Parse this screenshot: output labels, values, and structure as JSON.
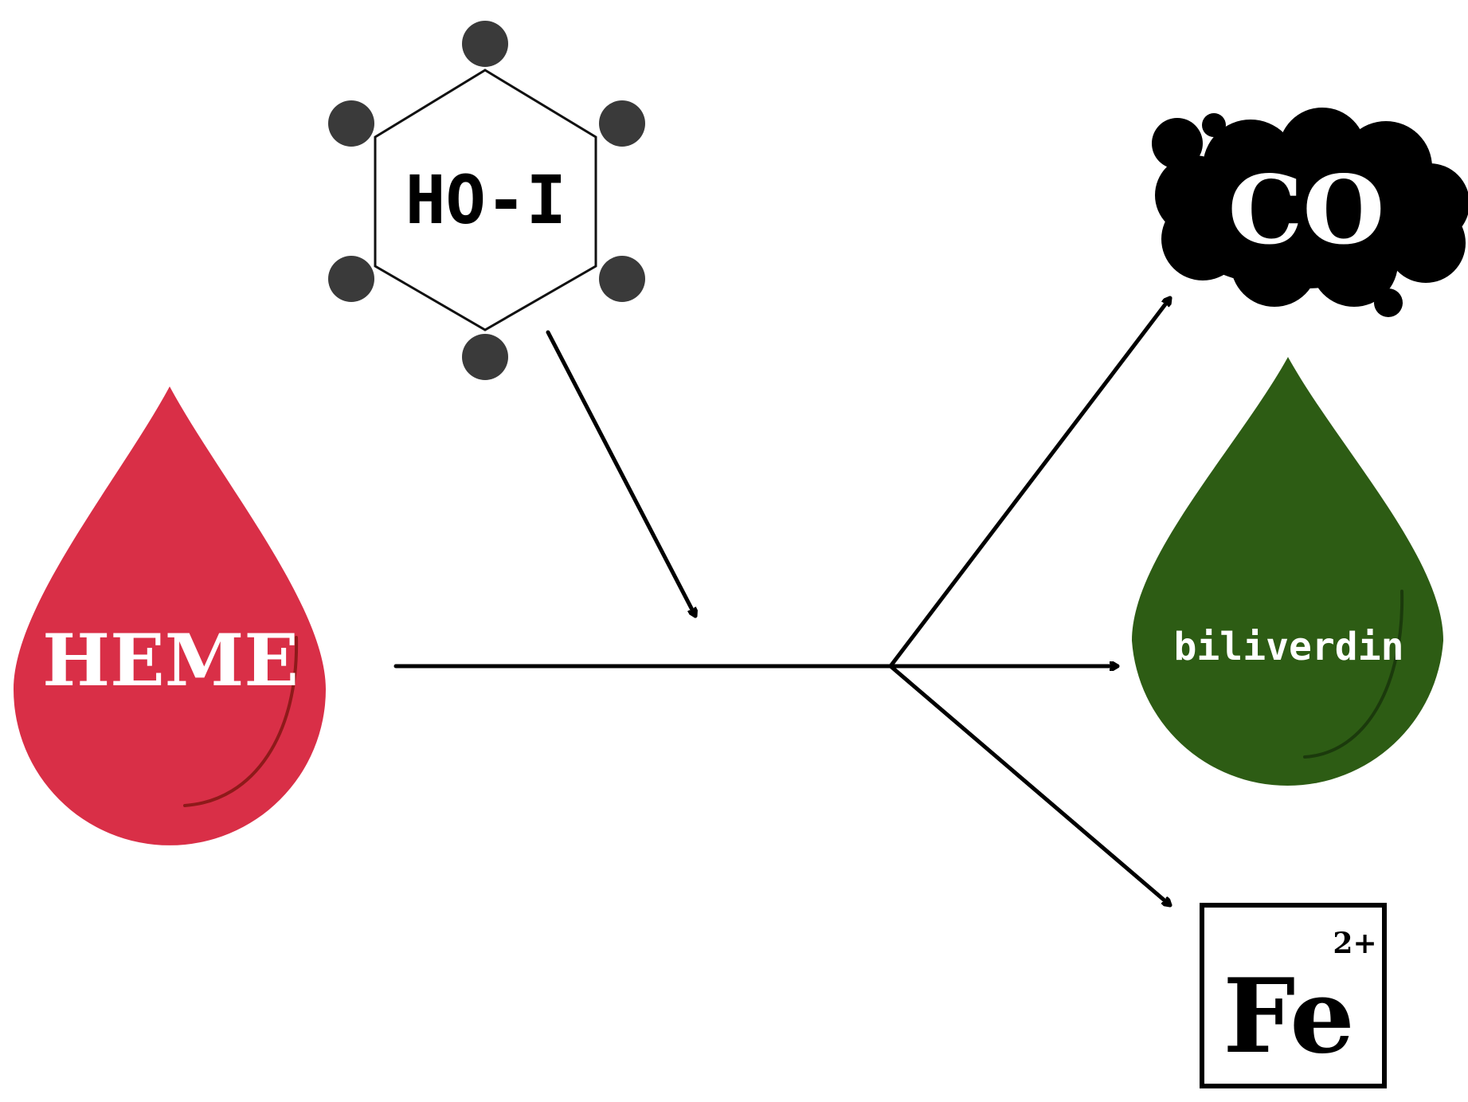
{
  "diagram": {
    "substrate": {
      "label": "HEME",
      "color": "#d92f47",
      "shade": "#8e1a1a"
    },
    "enzyme": {
      "label": "HO-I",
      "atom_color": "#3a3a3a"
    },
    "products": {
      "co": {
        "label": "CO",
        "color": "#000000"
      },
      "biliverdin": {
        "label": "biliverdin",
        "color": "#2d5c14",
        "shade": "#1b3a0c"
      },
      "iron": {
        "symbol": "Fe",
        "charge": "2+"
      }
    },
    "arrow_color": "#000000"
  }
}
